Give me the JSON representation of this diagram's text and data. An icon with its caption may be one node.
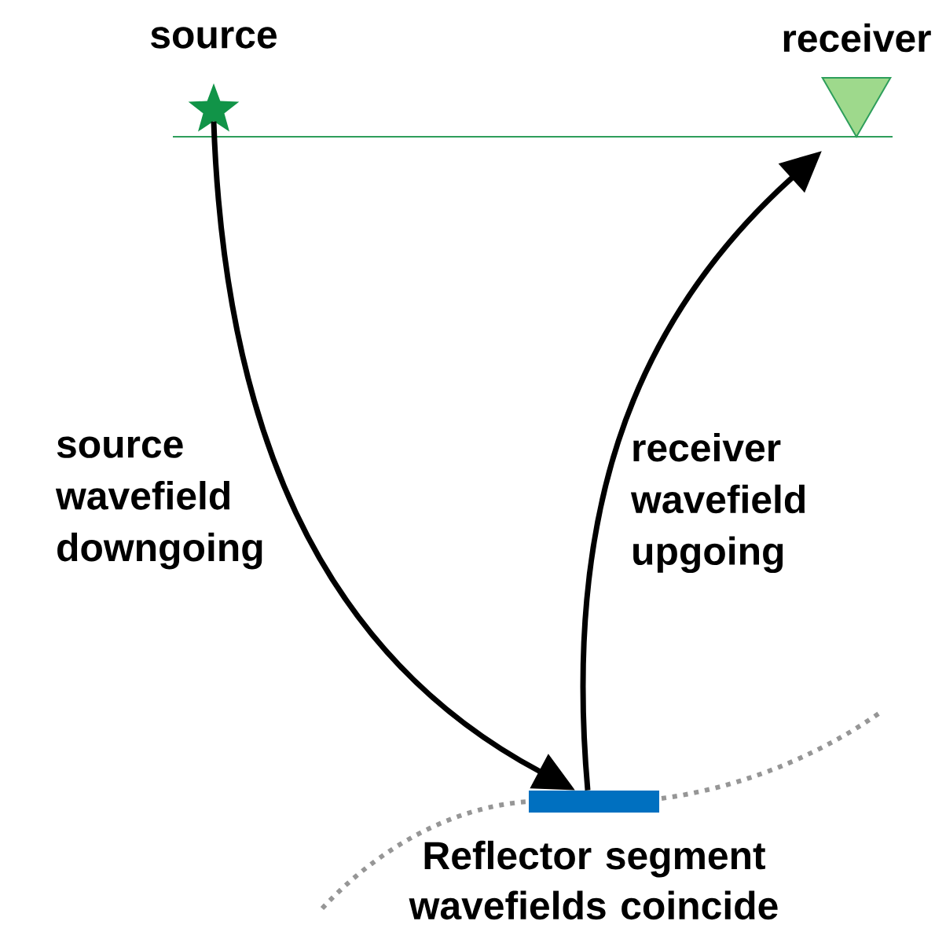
{
  "diagram": {
    "nodes": [
      {
        "text": [
          "source"
        ]
      },
      {
        "text": [
          "receiver"
        ]
      },
      {
        "text": [
          "Reflector segment wavefields coincide"
        ]
      }
    ],
    "edges": [
      {
        "from": 0,
        "to": 2,
        "arrow": "to",
        "label": "source wavefield downgoing"
      },
      {
        "from": 2,
        "to": 1,
        "arrow": "to",
        "label": "receiver wavefield upgoing"
      }
    ]
  }
}
